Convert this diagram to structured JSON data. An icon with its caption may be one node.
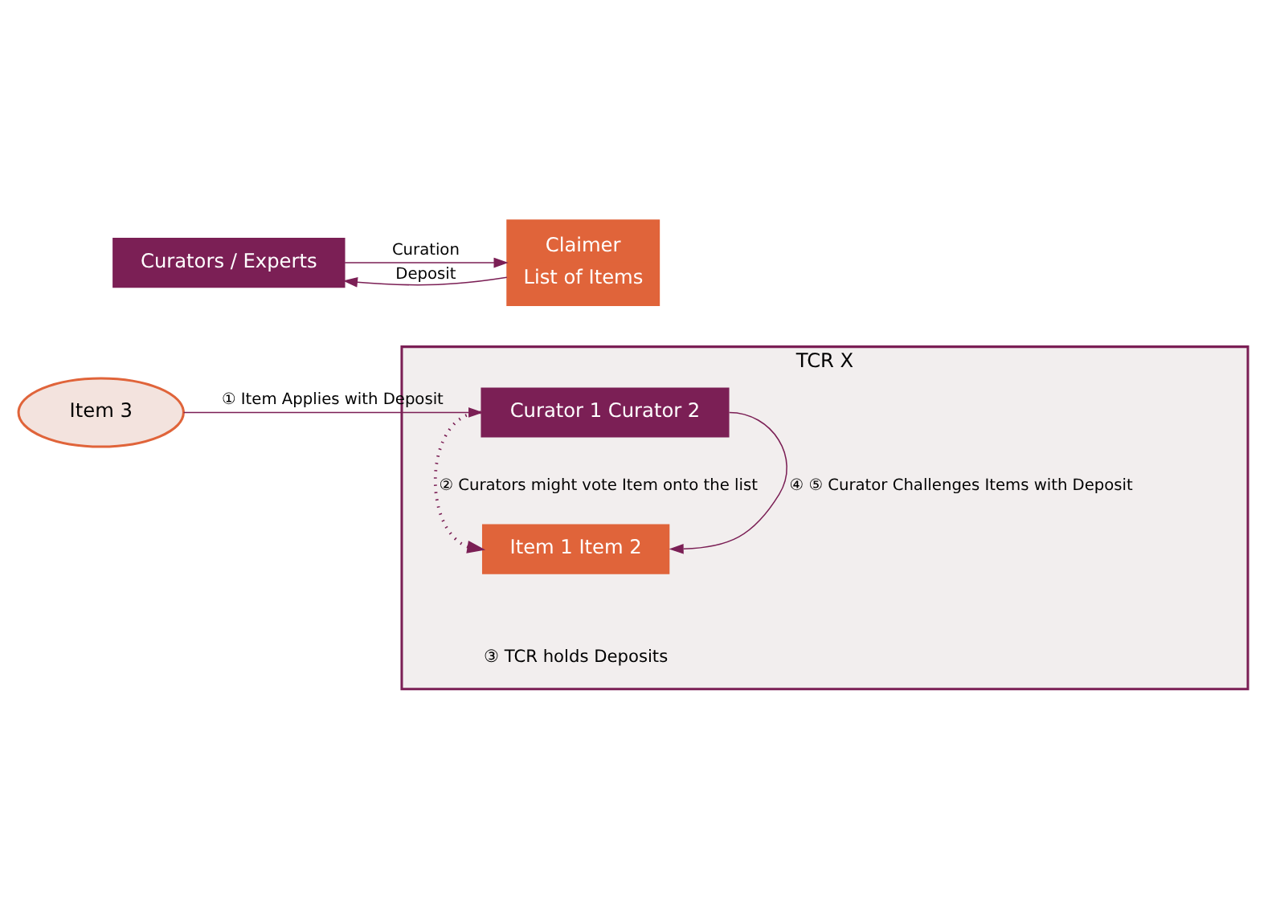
{
  "diagram": {
    "nodes": [
      {
        "text": [
          "Curators / Experts"
        ]
      },
      {
        "text": [
          "Claimer",
          "List of Items"
        ]
      },
      {
        "text": [
          "TCR X",
          "③ TCR holds Deposits"
        ]
      },
      {
        "text": [
          "Curator 1 Curator 2"
        ],
        "in": 2
      },
      {
        "text": [
          "Item 1 Item 2"
        ],
        "in": 2
      },
      {
        "text": [
          "Item 3"
        ]
      }
    ],
    "edges": [
      {
        "from": 1,
        "to": 0,
        "arrow": "to",
        "label": "Deposit"
      },
      {
        "from": 0,
        "to": 1,
        "arrow": "to",
        "label": "Curation"
      },
      {
        "from": 5,
        "to": 3,
        "arrow": "to",
        "label": "① Item Applies with Deposit"
      },
      {
        "from": 3,
        "to": 4,
        "arrow": "to",
        "style": "dashed",
        "label": "② Curators might vote Item onto the list"
      },
      {
        "from": 3,
        "to": 4,
        "arrow": "to",
        "label": "④ ⑤ Curator Challenges Items with Deposit"
      }
    ]
  }
}
